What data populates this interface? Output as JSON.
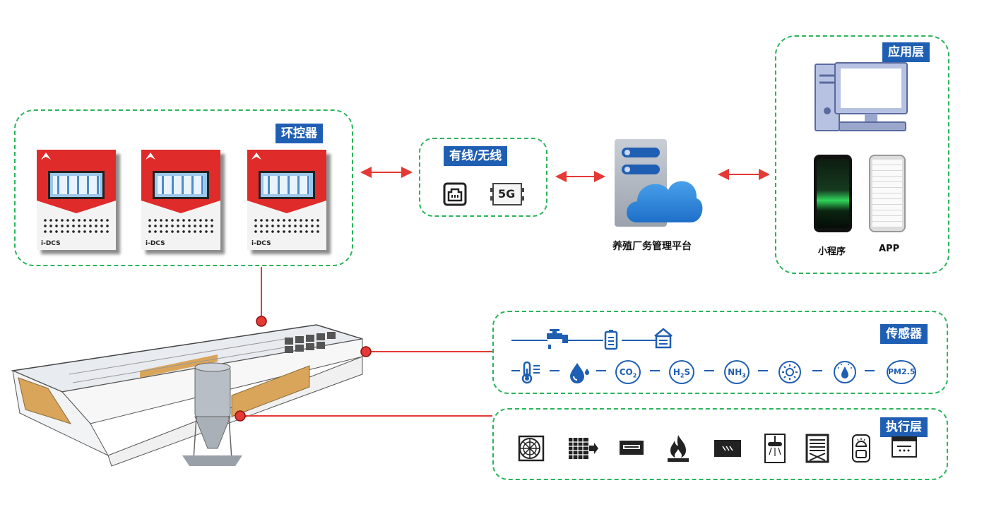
{
  "controller_group": {
    "tag": "环控器",
    "controllers": [
      {
        "brand": "i-DCS"
      },
      {
        "brand": "i-DCS"
      },
      {
        "brand": "i-DCS"
      }
    ]
  },
  "network_group": {
    "tag": "有线/无线",
    "icons": [
      "ethernet-port-icon",
      "5g-module-icon"
    ],
    "fiveg_text": "5G"
  },
  "platform": {
    "label": "养殖厂务管理平台",
    "icon": "server-cloud-icon"
  },
  "application_group": {
    "tag": "应用层",
    "computer_icon": "desktop-computer-icon",
    "items": [
      {
        "label": "小程序",
        "icon": "mini-program-phone-icon"
      },
      {
        "label": "APP",
        "icon": "app-phone-icon"
      }
    ]
  },
  "sensor_group": {
    "tag": "传感器",
    "row1_icons": [
      "water-tap-icon",
      "feed-scale-icon",
      "feed-bin-icon"
    ],
    "row2_icons": [
      "temperature-icon",
      "humidity-icon",
      "co2-icon",
      "h2s-icon",
      "nh3-icon",
      "light-icon",
      "pressure-icon",
      "pm25-icon"
    ],
    "gas_labels": {
      "co2": "CO",
      "co2_sub": "2",
      "h2s_a": "H",
      "h2s_sub": "2",
      "h2s_b": "S",
      "nh3": "NH",
      "nh3_sub": "3",
      "pm25": "PM2.5"
    }
  },
  "actuator_group": {
    "tag": "执行层",
    "icons": [
      "fan-icon",
      "cooling-pad-icon",
      "air-inlet-icon",
      "heater-flame-icon",
      "curtain-icon",
      "sprinkler-icon",
      "cooling-cell-icon",
      "lamp-icon",
      "ceiling-vent-icon"
    ]
  },
  "colors": {
    "dash_border": "#2bb45a",
    "tag_bg": "#1f5fb3",
    "arrow": "#e53935",
    "icon_blue": "#1f5fb3",
    "controller_red": "#e02b2b"
  }
}
